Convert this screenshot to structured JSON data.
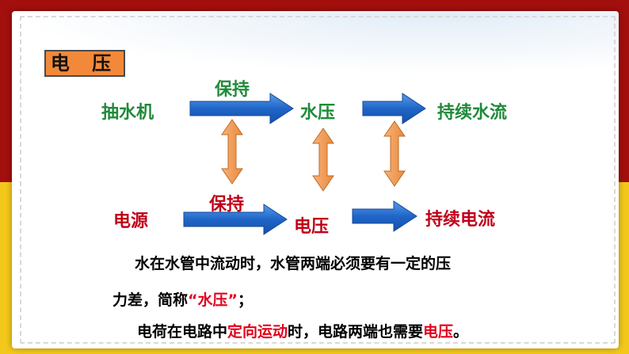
{
  "heading": "电 压",
  "water": {
    "source": "抽水机",
    "action": "保持",
    "middle": "水压",
    "result": "持续水流"
  },
  "electric": {
    "source": "电源",
    "action": "保持",
    "middle": "电压",
    "result": "持续电流"
  },
  "paragraph": {
    "line1": "水在水管中流动时，水管两端必须要有一定的压",
    "line2_a": "力差，简称",
    "line2_quote": "“水压”",
    "line2_b": "；",
    "line3_a": "电荷在电路中",
    "line3_hl1": "定向运动",
    "line3_b": "时，电路两端也需要",
    "line3_hl2": "电压",
    "line3_c": "。"
  },
  "colors": {
    "water_text": "#1f8a3a",
    "electric_text": "#c0001a",
    "flow_arrow": "#1f5fbf",
    "link_arrow": "#f0a060",
    "heading_bg": "#f2893a"
  }
}
